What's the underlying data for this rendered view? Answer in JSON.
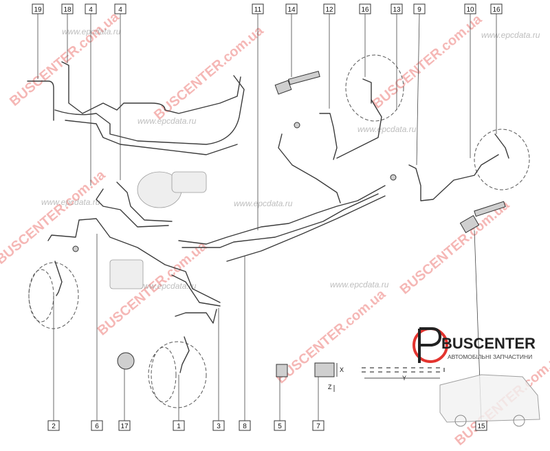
{
  "callouts": {
    "top": [
      "19",
      "18",
      "4",
      "4",
      "11",
      "14",
      "12",
      "16",
      "13",
      "9",
      "10",
      "16"
    ],
    "bottom": [
      "2",
      "6",
      "17",
      "1",
      "3",
      "8",
      "5",
      "7",
      "15"
    ]
  },
  "watermarks": {
    "brand": "BUSCENTER",
    "domain": "BUSCENTER.com.ua",
    "source": "www.epcdata.ru"
  },
  "dimensions": {
    "x": "X",
    "y": "Y",
    "z": "Z"
  },
  "logo": {
    "name": "BUSCENTER",
    "subtitle": "АВТОМОБІЛЬНІ ЗАПЧАСТИНИ",
    "accent": "#e3342f"
  }
}
